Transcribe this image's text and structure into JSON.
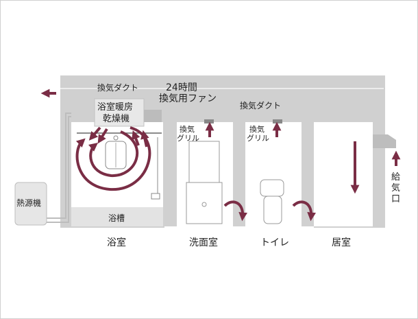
{
  "labels": {
    "duct_left": "換気ダクト",
    "fan_line1": "24時間",
    "fan_line2": "換気用ファン",
    "duct_right": "換気ダクト",
    "dryer_line1": "浴室暖房",
    "dryer_line2": "乾燥機",
    "grille_a_line1": "換気",
    "grille_a_line2": "グリル",
    "grille_b_line1": "換気",
    "grille_b_line2": "グリル",
    "heat_source": "熱源機",
    "bathtub": "浴槽",
    "intake": "給気口"
  },
  "rooms": {
    "bathroom": "浴室",
    "washroom": "洗面室",
    "toilet": "トイレ",
    "living": "居室"
  },
  "colors": {
    "duct": "#d0d0d0",
    "interior": "#ececec",
    "arrow": "#7a2d45",
    "text": "#222222"
  }
}
